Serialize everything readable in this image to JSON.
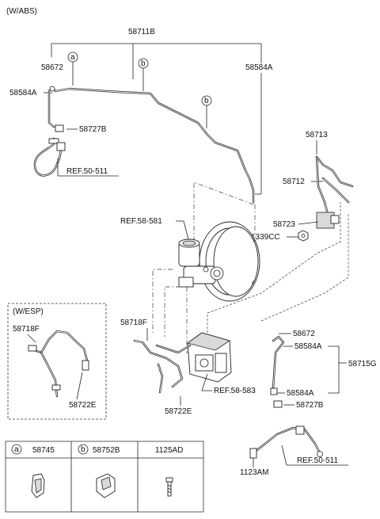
{
  "header": {
    "variant": "(W/ABS)"
  },
  "markers": {
    "a": "a",
    "b": "b"
  },
  "labels": {
    "p58711B": "58711B",
    "p58672_top": "58672",
    "p58584A_left": "58584A",
    "p58584A_right": "58584A",
    "p58727B_top": "58727B",
    "ref50511_top": "REF.50-511",
    "p58713": "58713",
    "p58712": "58712",
    "p58723": "58723",
    "p1339CC": "1339CC",
    "ref58581": "REF.58-581",
    "p58718F_mid": "58718F",
    "p58722E_mid": "58722E",
    "ref58583": "REF.58-583",
    "p58672_right": "58672",
    "p58584A_r1": "58584A",
    "p58584A_r2": "58584A",
    "p58715G": "58715G",
    "p58727B_bot": "58727B",
    "p1123AM": "1123AM",
    "ref50511_bot": "REF.50-511"
  },
  "esp": {
    "title": "(W/ESP)",
    "p58718F": "58718F",
    "p58722E": "58722E"
  },
  "legend": {
    "items": [
      {
        "marker": "a",
        "code": "58745"
      },
      {
        "marker": "b",
        "code": "58752B"
      },
      {
        "marker": "",
        "code": "1125AD"
      }
    ]
  }
}
